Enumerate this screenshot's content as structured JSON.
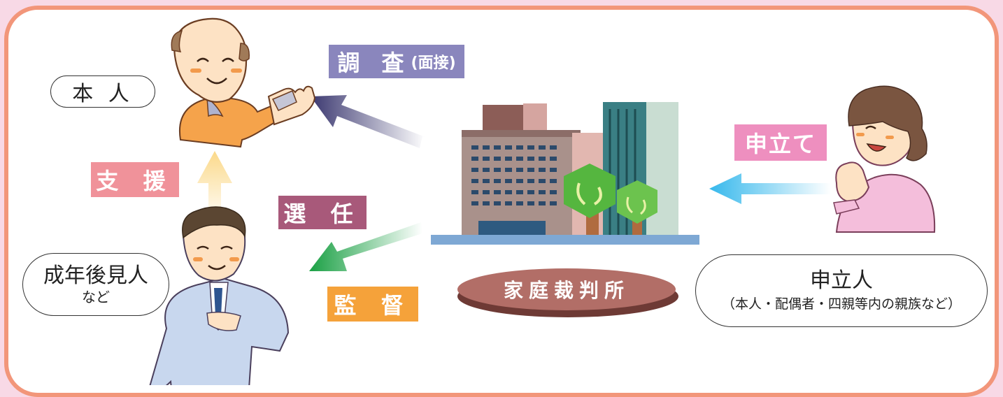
{
  "labels": {
    "honnin": "本 人",
    "guardian_main": "成年後見人",
    "guardian_sub": "など",
    "petitioner_main": "申立人",
    "petitioner_sub": "（本人・配偶者・四親等内の親族など）",
    "court": "家庭裁判所"
  },
  "tags": {
    "chousa": "調 査",
    "chousa_sub": "(面接)",
    "shien": "支 援",
    "sennin": "選 任",
    "kantoku": "監 督",
    "moushitate": "申立て"
  },
  "colors": {
    "chousa": "#8a86bd",
    "shien": "#f0929a",
    "sennin": "#a8597a",
    "kantoku": "#f5a23a",
    "moushitate": "#ee8fbf",
    "court_oval": "#b26e67",
    "frame": "#f2967a",
    "background": "#f8d9e6"
  }
}
